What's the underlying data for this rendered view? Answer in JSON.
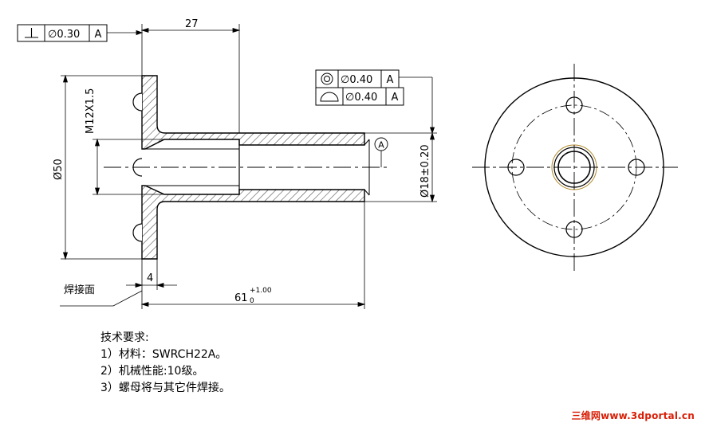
{
  "gdt": {
    "perp": {
      "symbol": "⊥",
      "value": "∅0.30",
      "datum": "A"
    },
    "concentric": {
      "symbol": "◎",
      "value": "∅0.40",
      "datum": "A"
    },
    "profile": {
      "symbol": "⌓",
      "value": "∅0.40",
      "datum": "A"
    }
  },
  "dims": {
    "d27": "27",
    "thread": "M12X1.5",
    "dia50": "Ø50",
    "dia18": "Ø18±0.20",
    "d4": "4",
    "d61_base": "61",
    "d61_upper": "+1.00",
    "d61_lower": "0",
    "datum_marker": "A"
  },
  "labels": {
    "weld_face": "焊接面"
  },
  "notes": {
    "title": "技术要求:",
    "items": [
      "1）材料：SWRCH22A。",
      "2）机械性能:10级。",
      "3）螺母将与其它件焊接。"
    ]
  },
  "watermark": "三维网www.3dportal.cn"
}
